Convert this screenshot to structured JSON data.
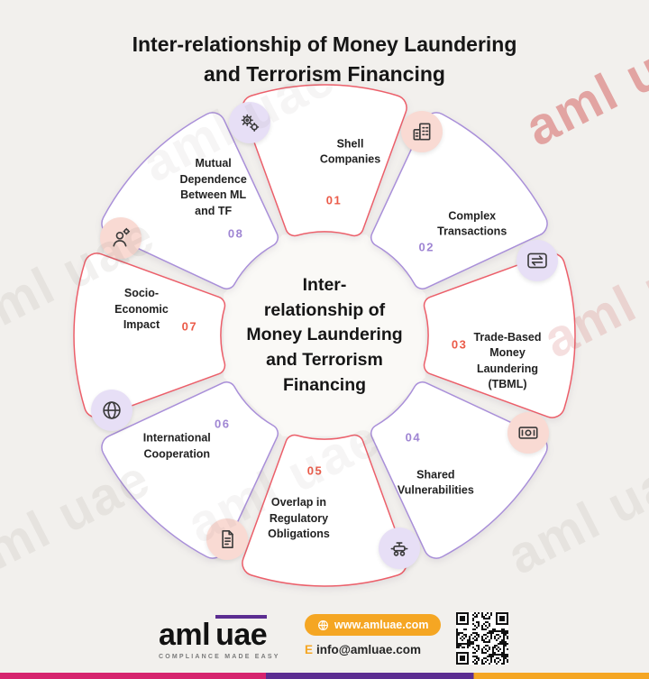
{
  "title": "Inter-relationship of Money Laundering\nand Terrorism Financing",
  "center_title": "Inter-\nrelationship of\nMoney Laundering\nand Terrorism\nFinancing",
  "watermark": {
    "text": "aml uae"
  },
  "colors": {
    "red": "#EC5F6A",
    "purple": "#A98FD9",
    "red_num": "#EB5B49",
    "purple_num": "#9F85D3",
    "red_soft": "#F9DAD3",
    "purple_soft": "#E7DFF6",
    "orange": "#F5A623",
    "stripe_pink": "#D6246E",
    "stripe_purple": "#5C2D91",
    "stripe_orange": "#F5A623"
  },
  "segments": [
    {
      "num": "01",
      "label": "Shell\nCompanies",
      "icon": "building-icon",
      "color": "red"
    },
    {
      "num": "02",
      "label": "Complex\nTransactions",
      "icon": "transfer-icon",
      "color": "purple"
    },
    {
      "num": "03",
      "label": "Trade-Based\nMoney\nLaundering\n(TBML)",
      "icon": "cash-scan-icon",
      "color": "red"
    },
    {
      "num": "04",
      "label": "Shared\nVulnerabilities",
      "icon": "rover-icon",
      "color": "purple"
    },
    {
      "num": "05",
      "label": "Overlap in\nRegulatory\nObligations",
      "icon": "document-icon",
      "color": "red"
    },
    {
      "num": "06",
      "label": "International\nCooperation",
      "icon": "globe-icon",
      "color": "purple"
    },
    {
      "num": "07",
      "label": "Socio-\nEconomic\nImpact",
      "icon": "person-gear-icon",
      "color": "red"
    },
    {
      "num": "08",
      "label": "Mutual\nDependence\nBetween ML\nand TF",
      "icon": "gears-icon",
      "color": "purple"
    }
  ],
  "footer": {
    "logo_aml": "aml",
    "logo_uae": "uae",
    "tagline": "COMPLIANCE MADE EASY",
    "website": "www.amluae.com",
    "email_prefix": "E",
    "email": "info@amluae.com"
  }
}
